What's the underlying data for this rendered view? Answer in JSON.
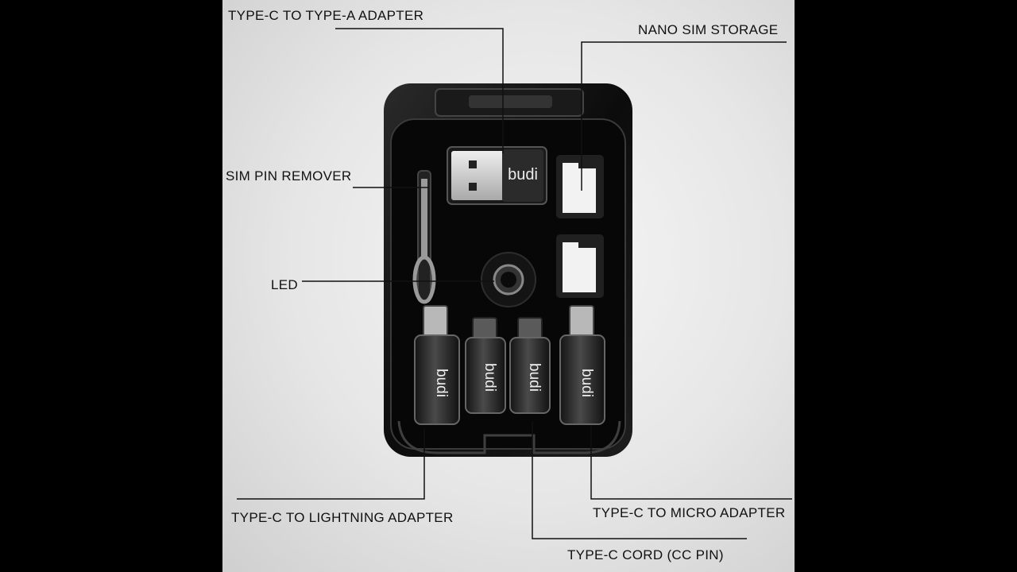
{
  "brand": "budi",
  "labels": {
    "typec_to_typea": "TYPE-C TO TYPE-A ADAPTER",
    "nano_sim_storage": "NANO SIM STORAGE",
    "sim_pin_remover": "SIM PIN REMOVER",
    "led": "LED",
    "typec_to_lightning": "TYPE-C TO LIGHTNING ADAPTER",
    "typec_to_micro": "TYPE-C TO MICRO ADAPTER",
    "typec_cord": "TYPE-C CORD (CC PIN)"
  }
}
